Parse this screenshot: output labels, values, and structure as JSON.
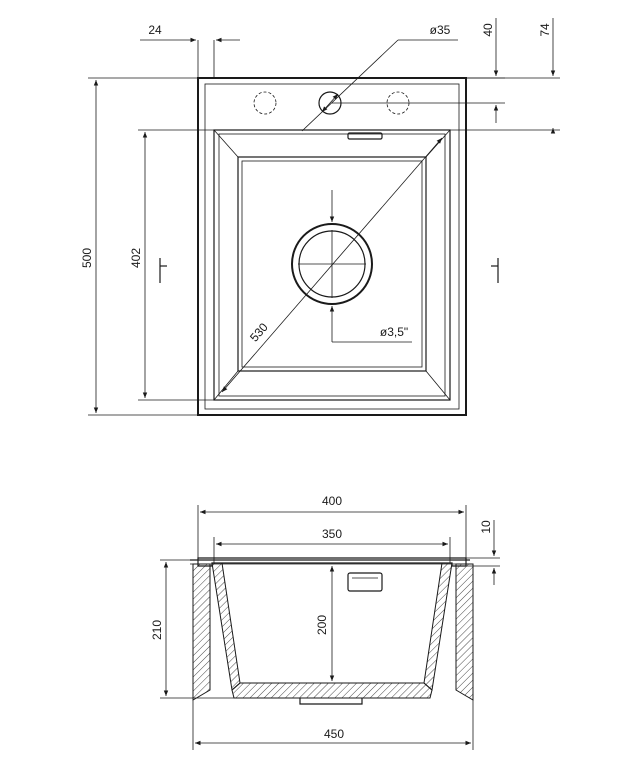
{
  "dimensions": {
    "hole_offset": "24",
    "hole_diameter": "ø35",
    "top_offset_a": "40",
    "top_offset_b": "74",
    "overall_height": "500",
    "bowl_height": "402",
    "diagonal": "530",
    "drain_diameter": "ø3,5\"",
    "overall_width_top": "400",
    "bowl_width": "350",
    "rim_thickness": "10",
    "total_depth": "210",
    "bowl_depth": "200",
    "overall_width_bottom": "450"
  }
}
